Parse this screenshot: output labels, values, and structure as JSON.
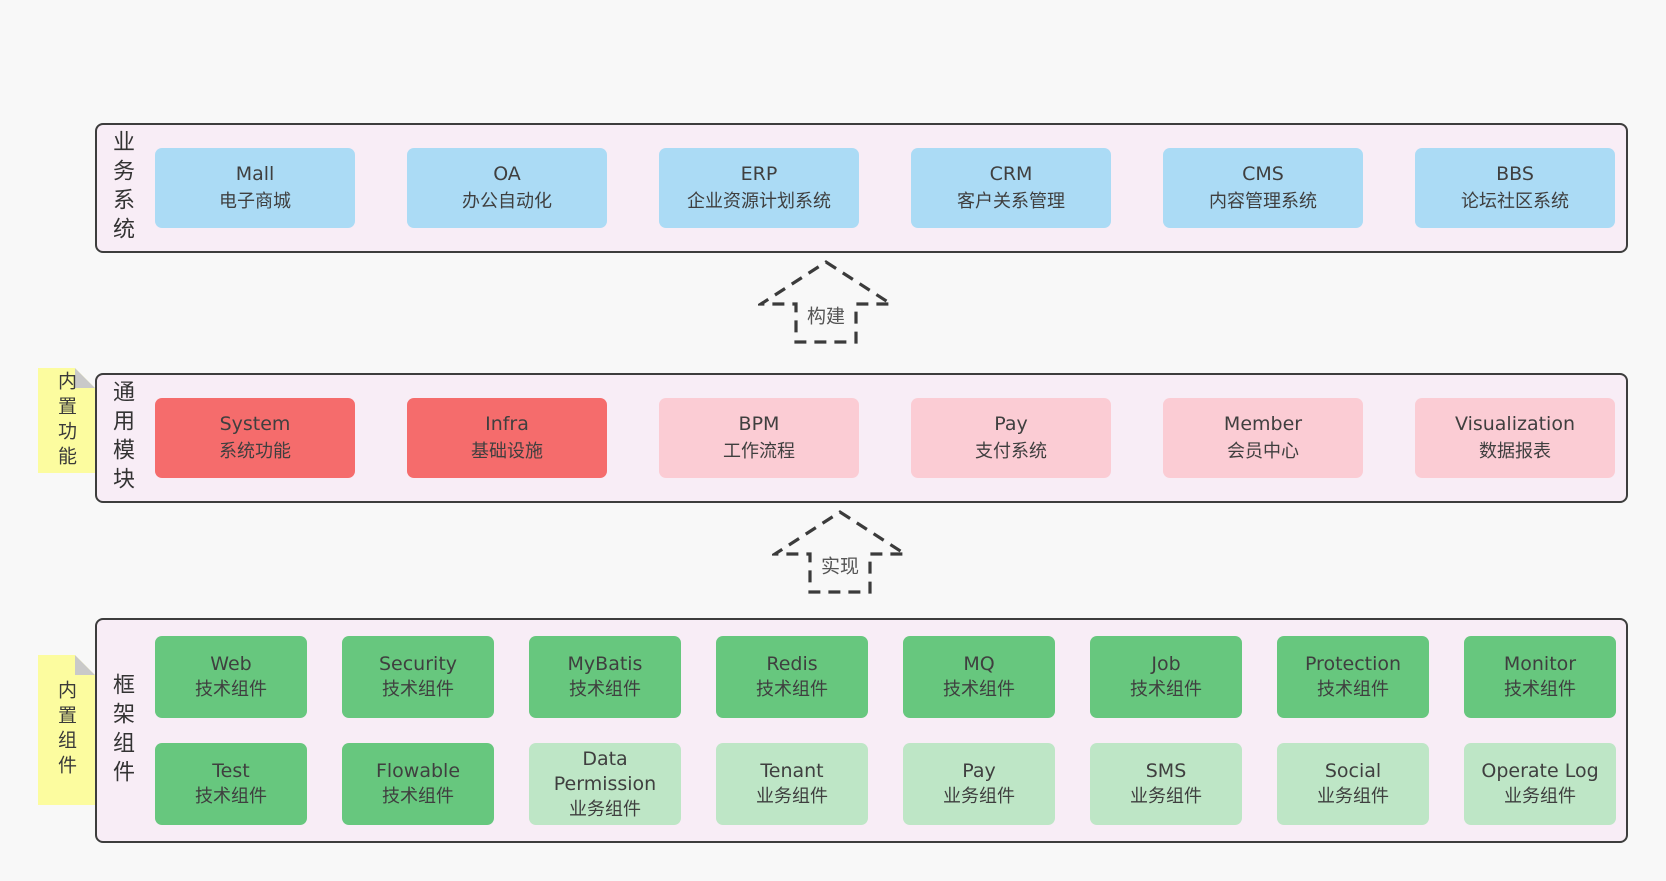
{
  "diagram": {
    "arrows": [
      {
        "label": "构建"
      },
      {
        "label": "实现"
      }
    ],
    "bands": [
      {
        "label": "业务系统",
        "tab": null,
        "rows": [
          [
            {
              "name": "Mall",
              "desc": "电子商城",
              "variant": "blue"
            },
            {
              "name": "OA",
              "desc": "办公自动化",
              "variant": "blue"
            },
            {
              "name": "ERP",
              "desc": "企业资源计划系统",
              "variant": "blue"
            },
            {
              "name": "CRM",
              "desc": "客户关系管理",
              "variant": "blue"
            },
            {
              "name": "CMS",
              "desc": "内容管理系统",
              "variant": "blue"
            },
            {
              "name": "BBS",
              "desc": "论坛社区系统",
              "variant": "blue"
            }
          ]
        ]
      },
      {
        "label": "通用模块",
        "tab": "内置功能",
        "rows": [
          [
            {
              "name": "System",
              "desc": "系统功能",
              "variant": "red"
            },
            {
              "name": "Infra",
              "desc": "基础设施",
              "variant": "red"
            },
            {
              "name": "BPM",
              "desc": "工作流程",
              "variant": "pink"
            },
            {
              "name": "Pay",
              "desc": "支付系统",
              "variant": "pink"
            },
            {
              "name": "Member",
              "desc": "会员中心",
              "variant": "pink"
            },
            {
              "name": "Visualization",
              "desc": "数据报表",
              "variant": "pink"
            }
          ]
        ]
      },
      {
        "label": "框架组件",
        "tab": "内置组件",
        "rows": [
          [
            {
              "name": "Web",
              "desc": "技术组件",
              "variant": "green"
            },
            {
              "name": "Security",
              "desc": "技术组件",
              "variant": "green"
            },
            {
              "name": "MyBatis",
              "desc": "技术组件",
              "variant": "green"
            },
            {
              "name": "Redis",
              "desc": "技术组件",
              "variant": "green"
            },
            {
              "name": "MQ",
              "desc": "技术组件",
              "variant": "green"
            },
            {
              "name": "Job",
              "desc": "技术组件",
              "variant": "green"
            },
            {
              "name": "Protection",
              "desc": "技术组件",
              "variant": "green"
            },
            {
              "name": "Monitor",
              "desc": "技术组件",
              "variant": "green"
            }
          ],
          [
            {
              "name": "Test",
              "desc": "技术组件",
              "variant": "green"
            },
            {
              "name": "Flowable",
              "desc": "技术组件",
              "variant": "green"
            },
            {
              "name": "Data Permission",
              "desc": "业务组件",
              "variant": "lightgreen"
            },
            {
              "name": "Tenant",
              "desc": "业务组件",
              "variant": "lightgreen"
            },
            {
              "name": "Pay",
              "desc": "业务组件",
              "variant": "lightgreen"
            },
            {
              "name": "SMS",
              "desc": "业务组件",
              "variant": "lightgreen"
            },
            {
              "name": "Social",
              "desc": "业务组件",
              "variant": "lightgreen"
            },
            {
              "name": "Operate Log",
              "desc": "业务组件",
              "variant": "lightgreen"
            }
          ]
        ]
      }
    ],
    "colors": {
      "blue": "#abdbf5",
      "red": "#f56c6c",
      "pink": "#fbccd4",
      "green": "#67c77e",
      "lightgreen": "#bee6c6",
      "band_bg": "#f8edf6",
      "tab_bg": "#fcfc9f",
      "fold": "#c9c9c9",
      "border": "#3d3d3d",
      "text": "#3f3f3f"
    }
  }
}
